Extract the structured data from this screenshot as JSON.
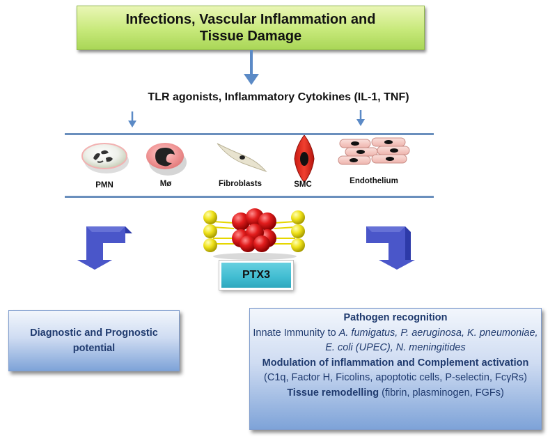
{
  "top_box": {
    "title": "Infections, Vascular Inflammation  and\nTissue Damage"
  },
  "agonists": {
    "text": "TLR agonists, Inflammatory Cytokines (IL-1, TNF)"
  },
  "cells": [
    {
      "label": "PMN"
    },
    {
      "label": "Mø"
    },
    {
      "label": "Fibroblasts"
    },
    {
      "label": "SMC"
    },
    {
      "label": "Endothelium"
    }
  ],
  "ptx3": {
    "label": "PTX3"
  },
  "diagnostic": {
    "text": "Diagnostic and Prognostic\npotential"
  },
  "pathogen": {
    "heading": "Pathogen recognition",
    "immunity_prefix": "Innate Immunity to ",
    "immunity_species": "A. fumigatus, P. aeruginosa, K. pneumoniae, E. coli (UPEC), N. meningitides",
    "modulation_heading": "Modulation of inflammation and Complement activation",
    "modulation_text": " (C1q, Factor H, Ficolins, apoptotic cells, P-selectin, FcγRs)",
    "remodelling_heading": "Tissue remodelling",
    "remodelling_text": " (fibrin, plasminogen, FGFs)"
  },
  "colors": {
    "arrow_blue": "#5b8ac6",
    "bent_arrow": "#4a56c9",
    "ptx3_red": "#d81e1e",
    "ptx3_yellow": "#f0e21a"
  }
}
